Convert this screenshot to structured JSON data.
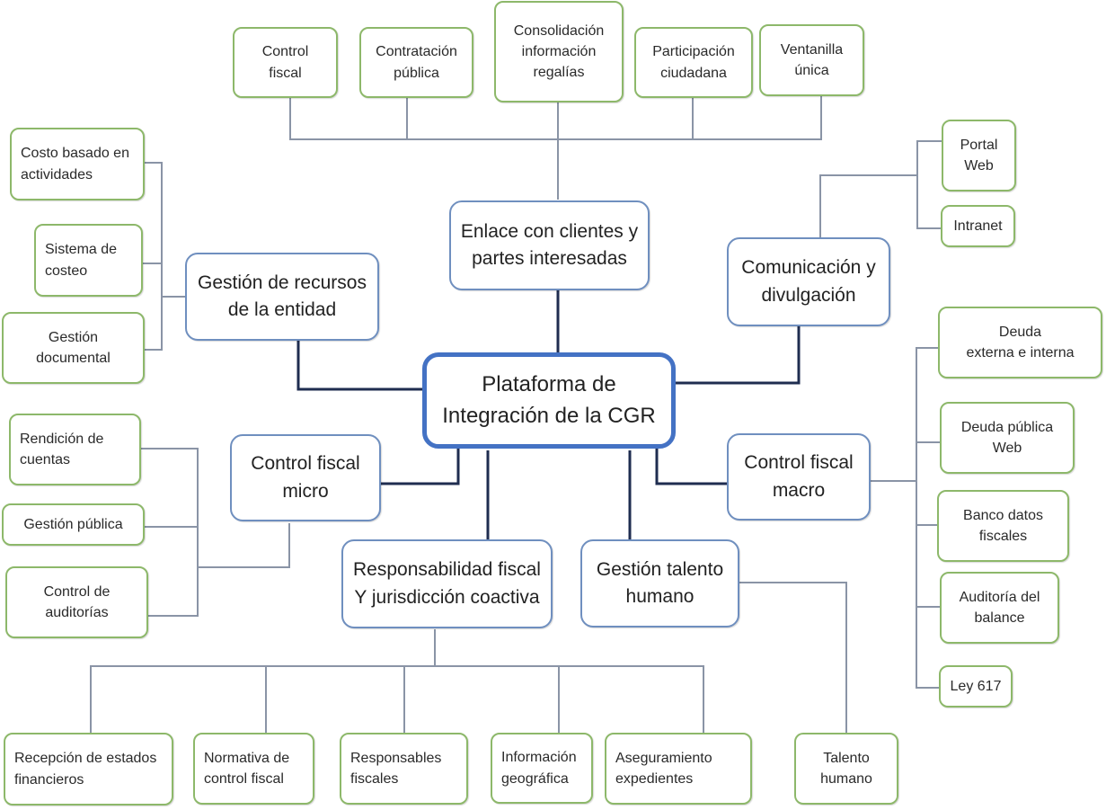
{
  "diagram": {
    "root": "Plataforma de\nIntegración de la CGR",
    "branches": {
      "enlace": {
        "label": "Enlace con clientes y\npartes interesadas",
        "children": [
          "Control\nfiscal",
          "Contratación\npública",
          "Consolidación\ninformación\nregalías",
          "Participación\nciudadana",
          "Ventanilla\núnica"
        ]
      },
      "gestion_recursos": {
        "label": "Gestión de recursos\nde la entidad",
        "children": [
          "Costo basado en\nactividades",
          "Sistema de\ncosteo",
          "Gestión\ndocumental"
        ]
      },
      "comunicacion": {
        "label": "Comunicación y\ndivulgación",
        "children": [
          "Portal\nWeb",
          "Intranet"
        ]
      },
      "control_micro": {
        "label": "Control fiscal\nmicro",
        "children": [
          "Rendición de\ncuentas",
          "Gestión pública",
          "Control de\nauditorías"
        ]
      },
      "control_macro": {
        "label": "Control fiscal\nmacro",
        "children": [
          "Deuda\nexterna e interna",
          "Deuda pública\nWeb",
          "Banco datos\nfiscales",
          "Auditoría del\nbalance",
          "Ley 617"
        ]
      },
      "responsabilidad": {
        "label": "Responsabilidad fiscal\nY jurisdicción coactiva",
        "children": [
          "Recepción de estados\nfinancieros",
          "Normativa de\ncontrol fiscal",
          "Responsables\nfiscales",
          "Información\ngeográfica",
          "Aseguramiento\nexpedientes"
        ]
      },
      "talento": {
        "label": "Gestión talento\nhumano",
        "children": [
          "Talento\nhumano"
        ]
      }
    },
    "colors": {
      "root_border": "#4472c4",
      "branch_border": "#6f8fbf",
      "leaf_border": "#8db86a",
      "thick_connector": "#1f2d50",
      "thin_connector": "#8a94a6"
    }
  }
}
